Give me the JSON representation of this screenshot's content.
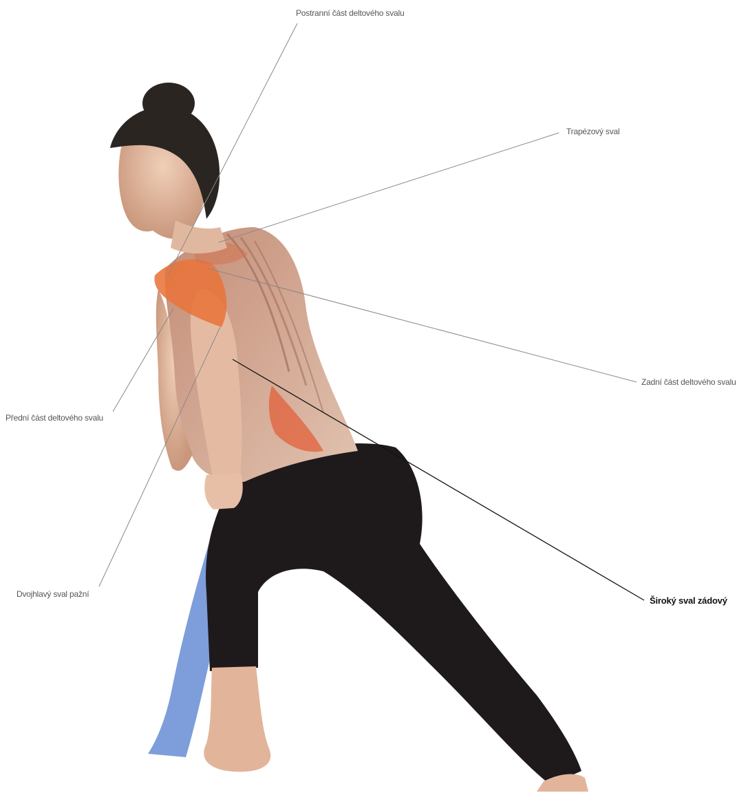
{
  "labels": {
    "postranni_deltoid": "Postranní část deltového svalu",
    "trapezovy": "Trapézový sval",
    "zadni_deltoid": "Zadní část deltového svalu",
    "predni_deltoid": "Přední část deltového svalu",
    "dvojhlavy": "Dvojhlavý sval pažní",
    "siroky_zadovy": "Široký sval zádový"
  },
  "highlighted_label": "siroky_zadovy",
  "colors": {
    "muscle_highlight": "#e8743b",
    "skin": "#ddb49a",
    "pants": "#1e1a1c",
    "band": "#6f93d6",
    "hair": "#2b2522",
    "leader_line": "#888888",
    "leader_line_highlight": "#111111"
  }
}
